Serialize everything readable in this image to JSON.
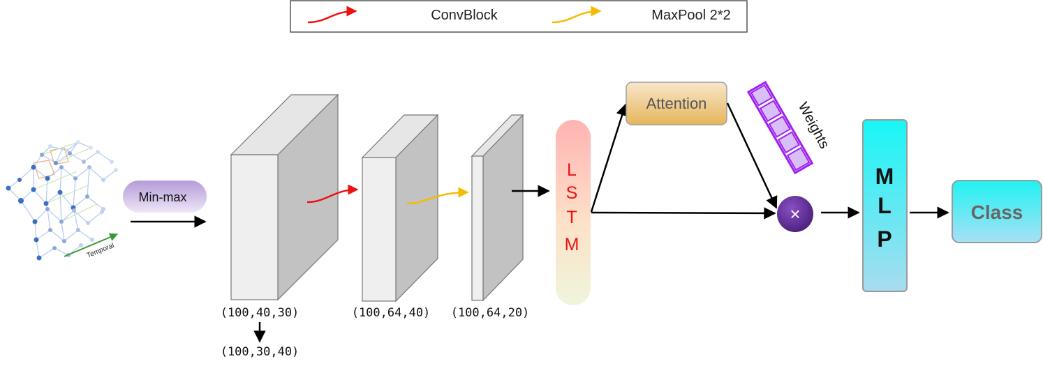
{
  "legend": {
    "items": [
      {
        "label": "ConvBlock",
        "color": "#ee1111"
      },
      {
        "label": "MaxPool 2*2",
        "color": "#f5bb00"
      }
    ]
  },
  "input": {
    "axis_label": "Temporal",
    "node_color": "#3a6ec4",
    "axis_color": "#3a9a3a"
  },
  "normalize": {
    "label": "Min-max"
  },
  "blocks": [
    {
      "shape_label": "(100,40,30)",
      "reshape_label": "(100,30,40)"
    },
    {
      "shape_label": "(100,64,40)"
    },
    {
      "shape_label": "(100,64,20)"
    }
  ],
  "lstm": {
    "letters": [
      "L",
      "S",
      "T",
      "M"
    ],
    "text_color": "#ee1111"
  },
  "attention": {
    "label": "Attention"
  },
  "weights": {
    "label": "Weights",
    "color": "#a020f0"
  },
  "multiply": {
    "symbol": "×",
    "color": "#5b2c8e"
  },
  "mlp": {
    "letters": [
      "M",
      "L",
      "P"
    ]
  },
  "output": {
    "label": "Class"
  }
}
